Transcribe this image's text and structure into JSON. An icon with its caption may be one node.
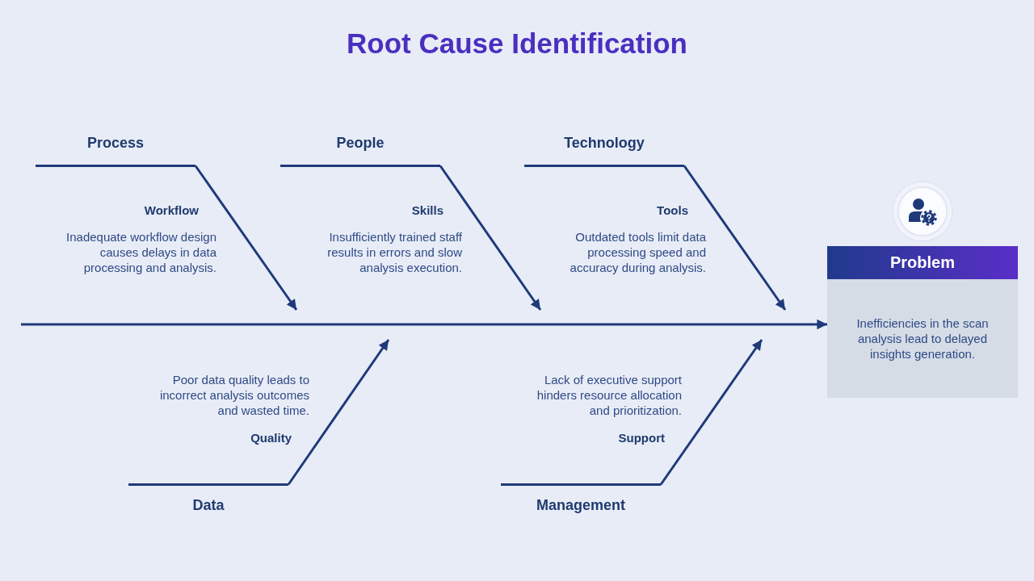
{
  "diagram": {
    "title": "Root Cause Identification",
    "nodes": [
      {
        "text": [
          "Process"
        ],
        "beside": [
          "Workflow",
          "Inadequate workflow design causes delays in data processing and analysis."
        ]
      },
      {
        "text": [
          "People"
        ],
        "beside": [
          "Skills",
          "Insufficiently trained staff results in errors and slow analysis execution."
        ]
      },
      {
        "text": [
          "Technology"
        ],
        "beside": [
          "Tools",
          "Outdated tools limit data processing speed and accuracy during analysis."
        ]
      },
      {
        "text": [
          "Problem",
          "Inefficiencies in the scan analysis lead to delayed insights generation."
        ]
      },
      {
        "text": [
          "Data"
        ],
        "beside": [
          "Poor data quality leads to incorrect analysis outcomes and wasted time.",
          "Quality"
        ]
      },
      {
        "text": [
          "Management"
        ],
        "beside": [
          "Lack of executive support hinders resource allocation and prioritization.",
          "Support"
        ]
      }
    ],
    "edges": [
      {
        "from": 0,
        "to": null,
        "arrow": "to"
      },
      {
        "from": 1,
        "to": null,
        "arrow": "to"
      },
      {
        "from": 2,
        "to": null,
        "arrow": "to"
      },
      {
        "from": 4,
        "to": null,
        "arrow": "to"
      },
      {
        "from": 5,
        "to": null,
        "arrow": "to"
      },
      {
        "from": null,
        "to": 3,
        "arrow": "to"
      }
    ]
  }
}
